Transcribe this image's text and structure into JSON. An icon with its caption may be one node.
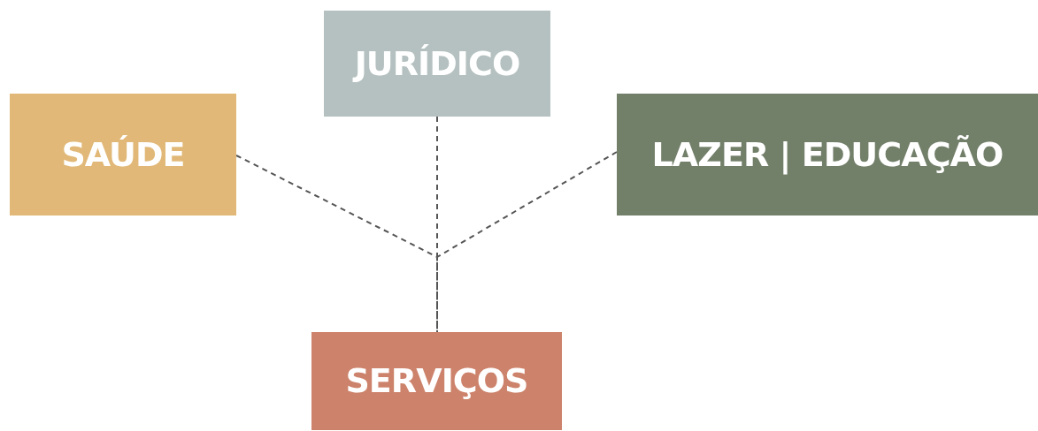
{
  "diagram": {
    "nodes": [
      {
        "text": [
          "JURÍDICO"
        ]
      },
      {
        "text": [
          "SAÚDE"
        ]
      },
      {
        "text": [
          "LAZER | EDUCAÇÃO"
        ]
      },
      {
        "text": [
          "SERVIÇOS"
        ]
      }
    ],
    "edges": [
      {
        "from": 1,
        "to": 3,
        "arrow": "none",
        "style": "dashed"
      },
      {
        "from": 0,
        "to": 3,
        "arrow": "none",
        "style": "dashed"
      },
      {
        "from": 2,
        "to": 3,
        "arrow": "none",
        "style": "dashed"
      }
    ]
  }
}
